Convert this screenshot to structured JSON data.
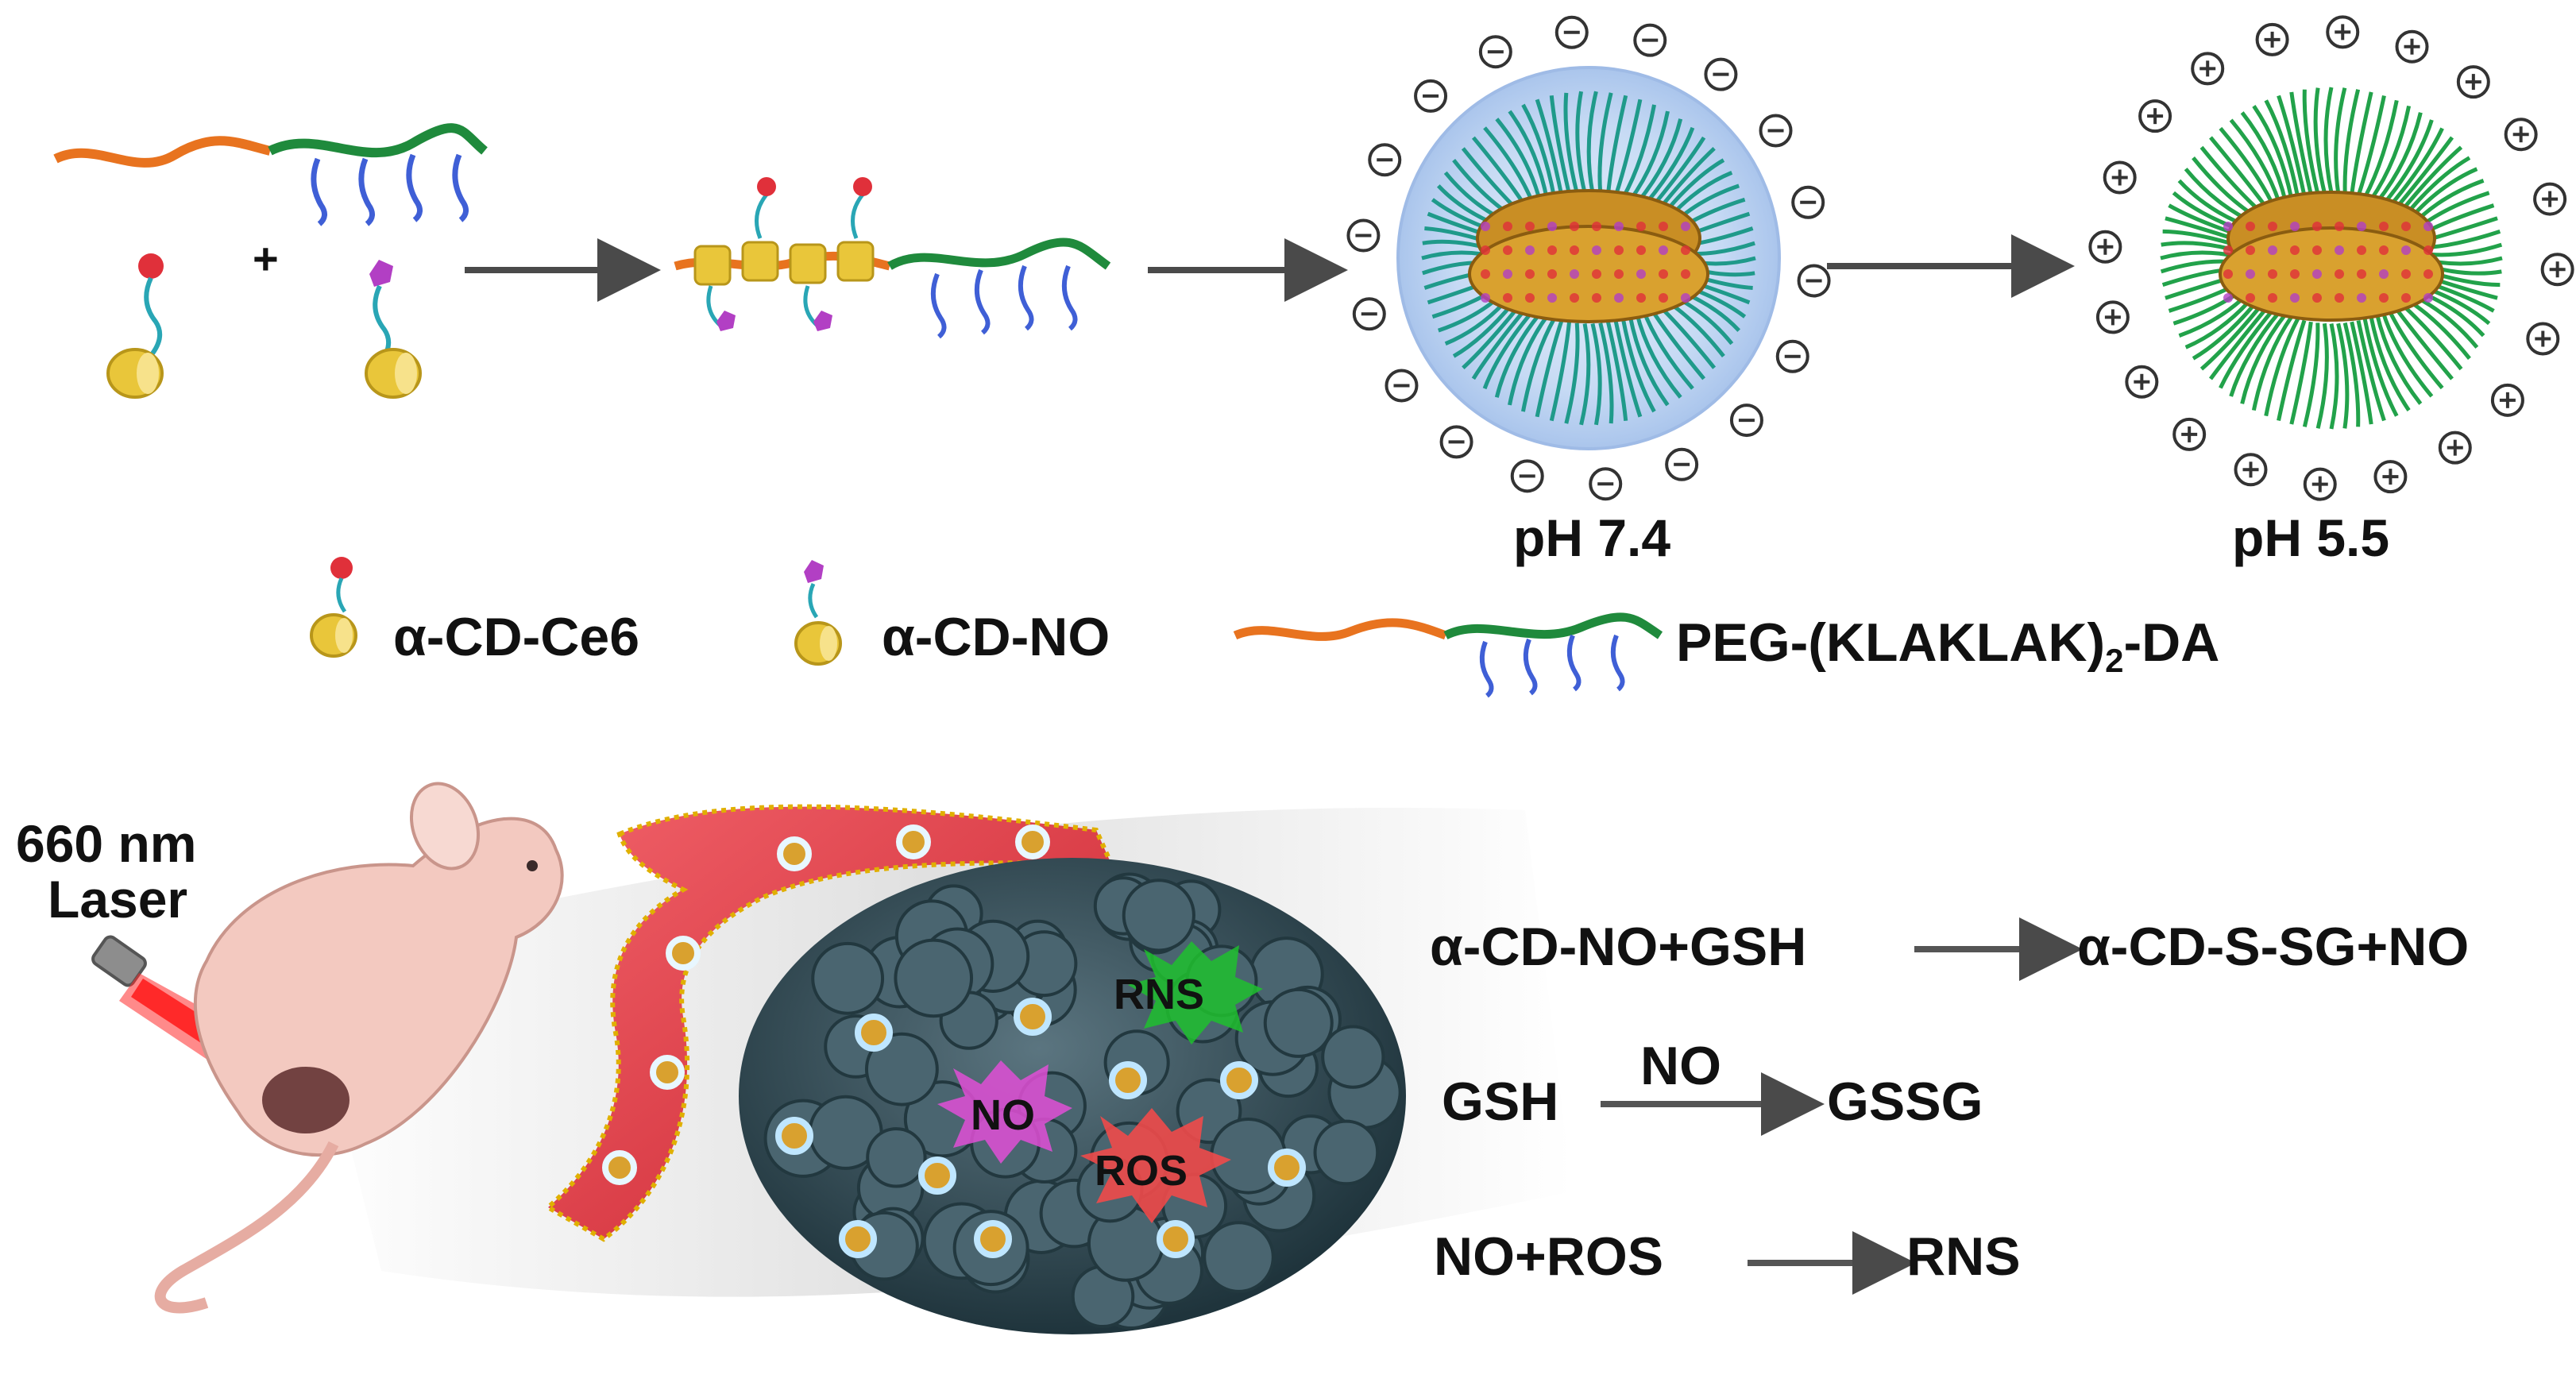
{
  "labels": {
    "ph_neutral": "pH 7.4",
    "ph_acidic": "pH 5.5",
    "cd_ce6": "α-CD-Ce6",
    "cd_no": "α-CD-NO",
    "polymer_main": "PEG-(KLAKLAK)",
    "polymer_sub": "2",
    "polymer_end": "-DA",
    "plus": "+",
    "laser_line1": "660 nm",
    "laser_line2": "Laser",
    "burst_rns": "RNS",
    "burst_no": "NO",
    "burst_ros": "ROS"
  },
  "reactions": {
    "r1_left": "α-CD-NO+GSH",
    "r1_right": "α-CD-S-SG+NO",
    "r2_left": "GSH",
    "r2_above": "NO",
    "r2_right": "GSSG",
    "r3_left": "NO+ROS",
    "r3_right": "RNS"
  },
  "charges": {
    "negative": "⊖",
    "positive": "⊕"
  },
  "colors": {
    "peg": "#e8731f",
    "peptide": "#1f8a3c",
    "pendant": "#3f5fd6",
    "cyclodextrin": "#e9c63a",
    "ce6": "#e0303a",
    "no_donor": "#b23fc4",
    "vessel": "#e0353e",
    "tumor": "#3b5560",
    "mouse": "#f3c9c0",
    "shell": "#bcd3f2"
  }
}
